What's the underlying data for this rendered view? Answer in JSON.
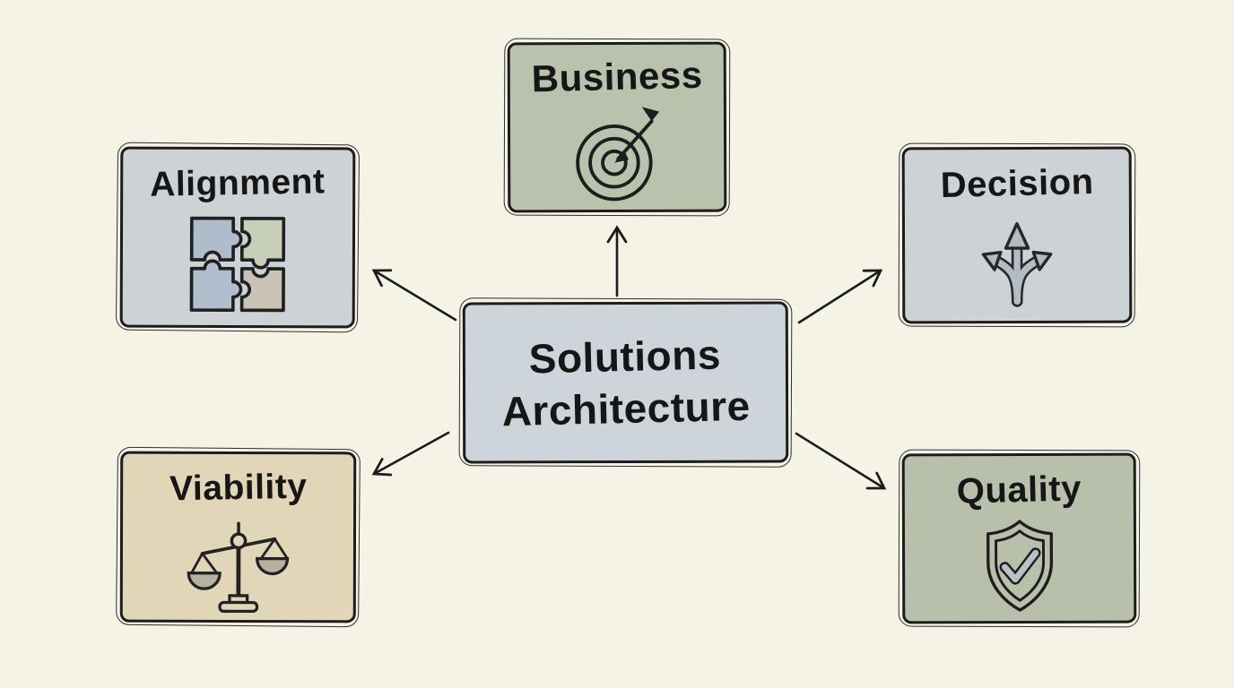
{
  "diagram": {
    "title": "Solutions Architecture",
    "background_color": "#f5f2e6",
    "ink_color": "#1c1c1c",
    "center_node": {
      "id": "solutions-architecture",
      "label": "Solutions Architecture",
      "line1": "Solutions",
      "line2": "Architecture",
      "fill_color": "#cdd5da"
    },
    "nodes": [
      {
        "id": "business",
        "label": "Business",
        "icon": "target-icon",
        "fill_color": "#b9c2ac",
        "position": "top"
      },
      {
        "id": "alignment",
        "label": "Alignment",
        "icon": "puzzle-pieces-icon",
        "fill_color": "#ccd2d6",
        "position": "top-left"
      },
      {
        "id": "decision",
        "label": "Decision",
        "icon": "branching-arrows-icon",
        "fill_color": "#ccd2d6",
        "position": "top-right"
      },
      {
        "id": "viability",
        "label": "Viability",
        "icon": "balance-scale-icon",
        "fill_color": "#e2d6b8",
        "position": "bottom-left"
      },
      {
        "id": "quality",
        "label": "Quality",
        "icon": "shield-check-icon",
        "fill_color": "#b8bfab",
        "position": "bottom-right"
      }
    ],
    "connections": [
      {
        "from": "solutions-architecture",
        "to": "business"
      },
      {
        "from": "solutions-architecture",
        "to": "alignment"
      },
      {
        "from": "solutions-architecture",
        "to": "decision"
      },
      {
        "from": "solutions-architecture",
        "to": "viability"
      },
      {
        "from": "solutions-architecture",
        "to": "quality"
      }
    ]
  }
}
